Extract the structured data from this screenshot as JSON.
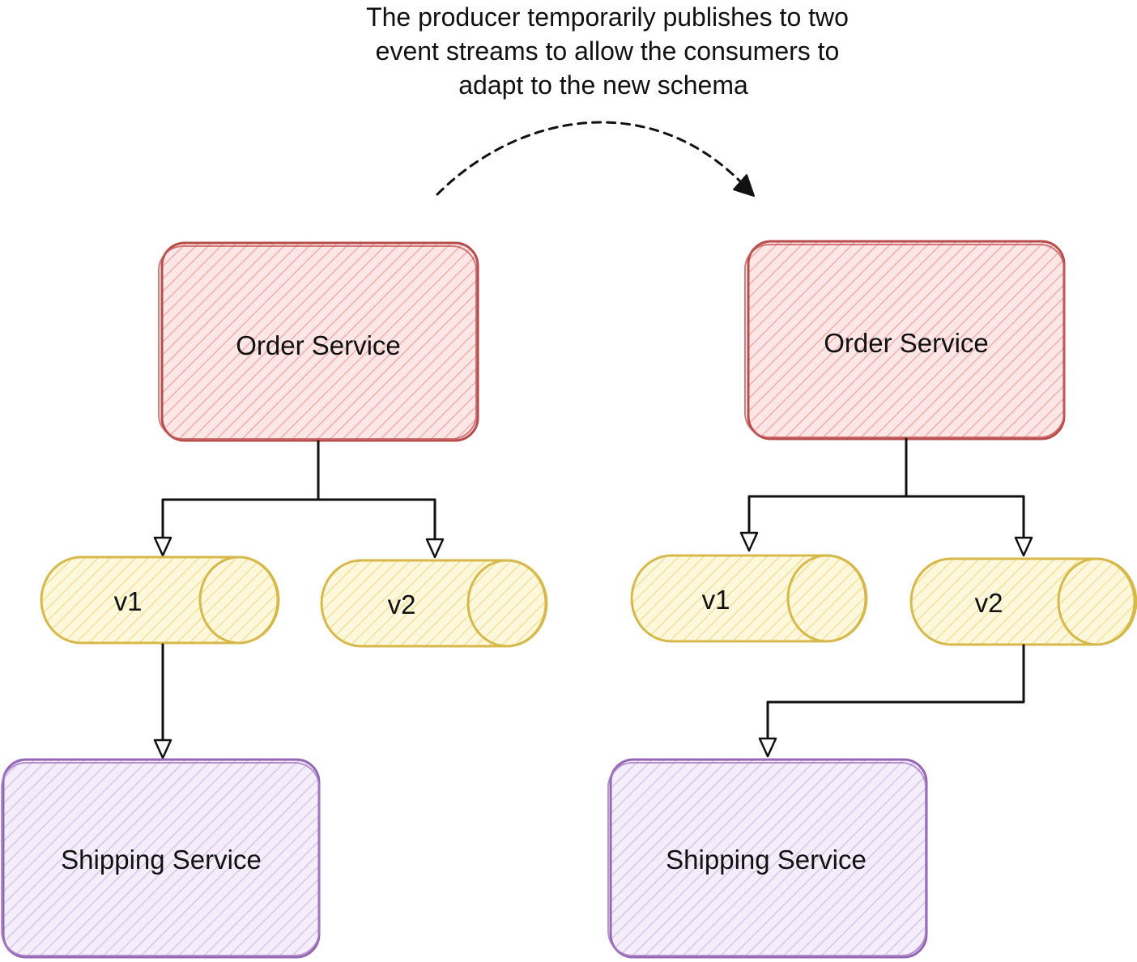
{
  "caption": {
    "lines": [
      "The producer temporarily publishes to two",
      "event streams to allow the consumers to",
      "adapt to the new schema"
    ]
  },
  "left": {
    "producer": "Order Service",
    "stream_v1": "v1",
    "stream_v2": "v2",
    "consumer": "Shipping Service"
  },
  "right": {
    "producer": "Order Service",
    "stream_v1": "v1",
    "stream_v2": "v2",
    "consumer": "Shipping Service"
  },
  "colors": {
    "service_fill": "#f4b9b8",
    "service_stroke": "#b84c4c",
    "stream_fill": "#f3e6a3",
    "stream_stroke": "#d6b94a",
    "consumer_fill": "#d9c9ec",
    "consumer_stroke": "#9468b4",
    "arrow": "#111111"
  }
}
